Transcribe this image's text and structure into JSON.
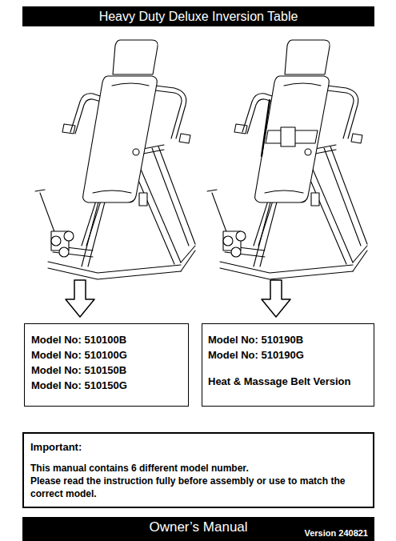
{
  "diagram": {
    "title": "Heavy Duty Deluxe Inversion Table",
    "nodes": [
      {
        "text": [
          "Model No: 510100B",
          "Model No: 510100G",
          "Model No: 510150B",
          "Model No: 510150G"
        ]
      },
      {
        "text": [
          "Model No: 510190B",
          "Model No: 510190G",
          "Heat & Massage Belt Version"
        ]
      },
      {
        "text": [
          "Important:",
          "This manual contains 6 different model number.",
          "Please read the instruction fully before assembly or use to match the correct model."
        ]
      },
      {
        "text": [
          "Owner’s Manual",
          "Version 240821"
        ]
      }
    ]
  }
}
